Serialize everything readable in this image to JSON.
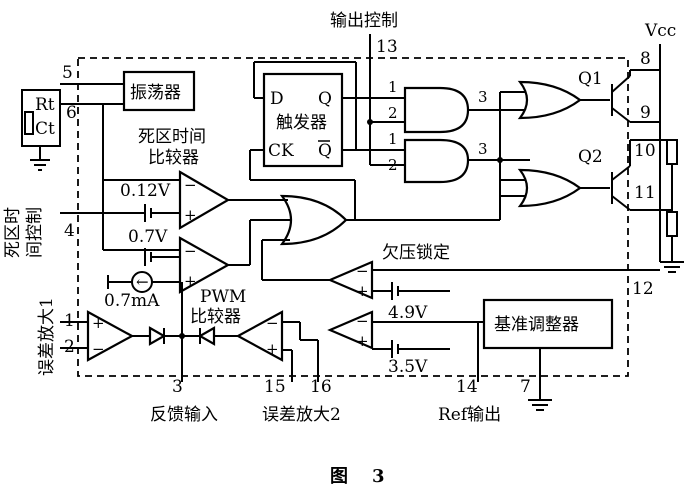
{
  "labels": {
    "output_control": "输出控制",
    "vcc": "Vcc",
    "oscillator": "振荡器",
    "rt": "Rt",
    "ct": "Ct",
    "dead_time_comparator_line1": "死区时间",
    "dead_time_comparator_line2": "比较器",
    "dead_time_control_line1": "死区时",
    "dead_time_control_line2": "间控制",
    "v_012": "0.12V",
    "v_07": "0.7V",
    "ma_07": "0.7mA",
    "pwm_line1": "PWM",
    "pwm_line2": "比较器",
    "error_amp1": "误差放大1",
    "feedback_input": "反馈输入",
    "error_amp2": "误差放大2",
    "ref_output": "Ref输出",
    "undervoltage_lockout": "欠压锁定",
    "v_49": "4.9V",
    "v_35": "3.5V",
    "reference_regulator": "基准调整器",
    "flipflop_d": "D",
    "flipflop_q": "Q",
    "flipflop_name_line1": "触发器",
    "flipflop_ck": "CK",
    "flipflop_qbar": "Q",
    "q1": "Q1",
    "q2": "Q2",
    "figure_caption_word": "图",
    "figure_caption_number": "3"
  },
  "pins": {
    "p1": "1",
    "p2": "2",
    "p3": "3",
    "p4": "4",
    "p5": "5",
    "p6": "6",
    "p7": "7",
    "p8": "8",
    "p9": "9",
    "p10": "10",
    "p11": "11",
    "p12": "12",
    "p13": "13",
    "p14": "14",
    "p15": "15",
    "p16": "16"
  },
  "gate_pins": {
    "and1_in1": "1",
    "and1_in2": "2",
    "and1_out": "3",
    "and2_in1": "1",
    "and2_in2": "2",
    "and2_out": "3"
  },
  "signs": {
    "minus": "−",
    "plus": "+"
  }
}
